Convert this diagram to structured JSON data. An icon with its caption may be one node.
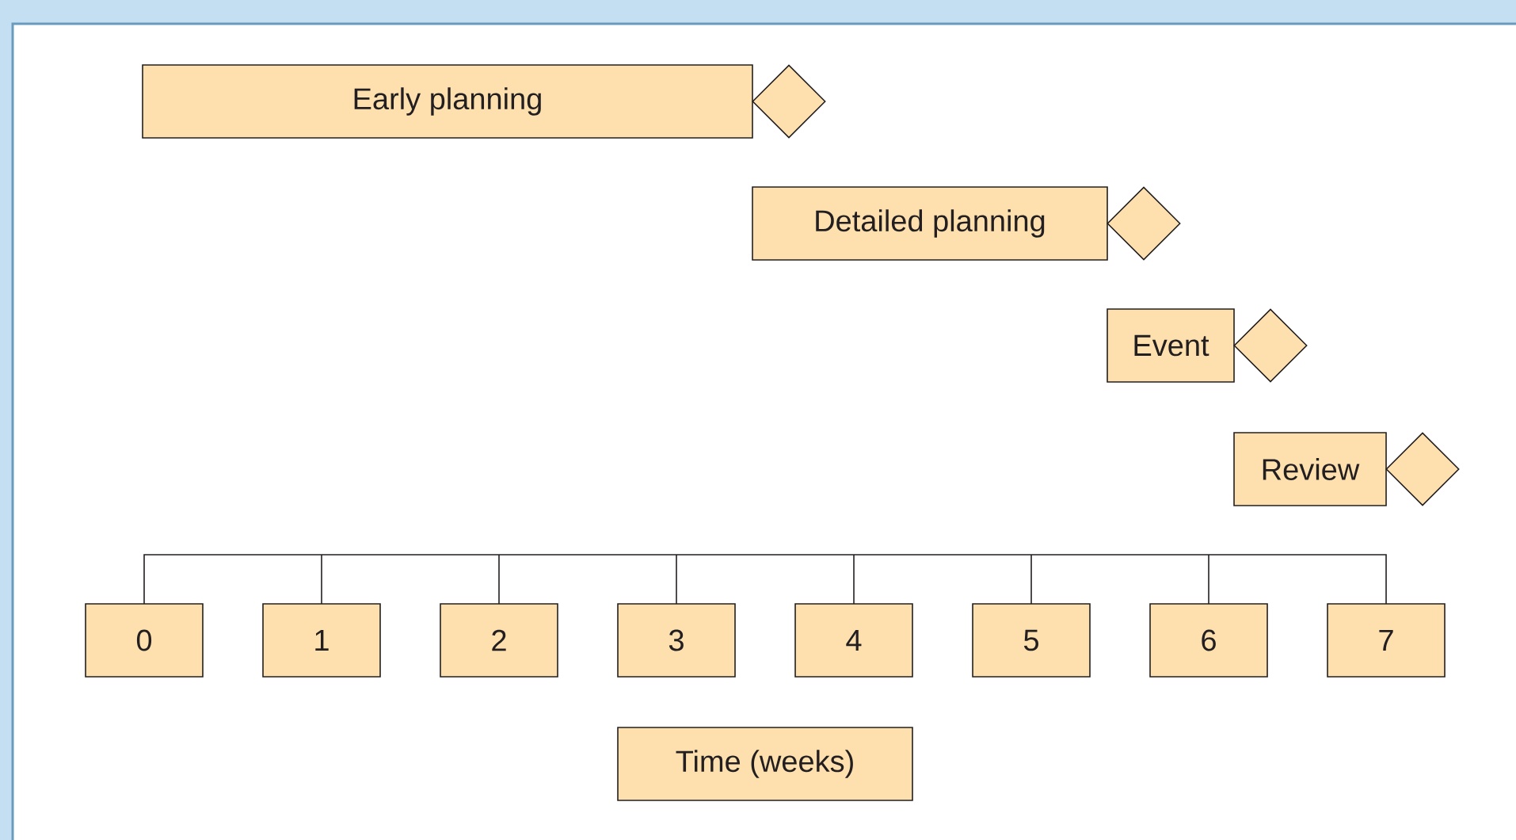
{
  "diagram": {
    "nodes": [
      {
        "text": [
          "Early planning"
        ]
      },
      {
        "text": [],
        "shape": "diamond"
      },
      {
        "text": [
          "Detailed planning"
        ]
      },
      {
        "text": [],
        "shape": "diamond"
      },
      {
        "text": [
          "Event"
        ]
      },
      {
        "text": [],
        "shape": "diamond"
      },
      {
        "text": [
          "Review"
        ]
      },
      {
        "text": [],
        "shape": "diamond"
      },
      {
        "text": [
          "0"
        ]
      },
      {
        "text": [
          "1"
        ]
      },
      {
        "text": [
          "2"
        ]
      },
      {
        "text": [
          "3"
        ]
      },
      {
        "text": [
          "4"
        ]
      },
      {
        "text": [
          "5"
        ]
      },
      {
        "text": [
          "6"
        ]
      },
      {
        "text": [
          "7"
        ]
      },
      {
        "text": [
          "Time (weeks)"
        ]
      }
    ]
  }
}
